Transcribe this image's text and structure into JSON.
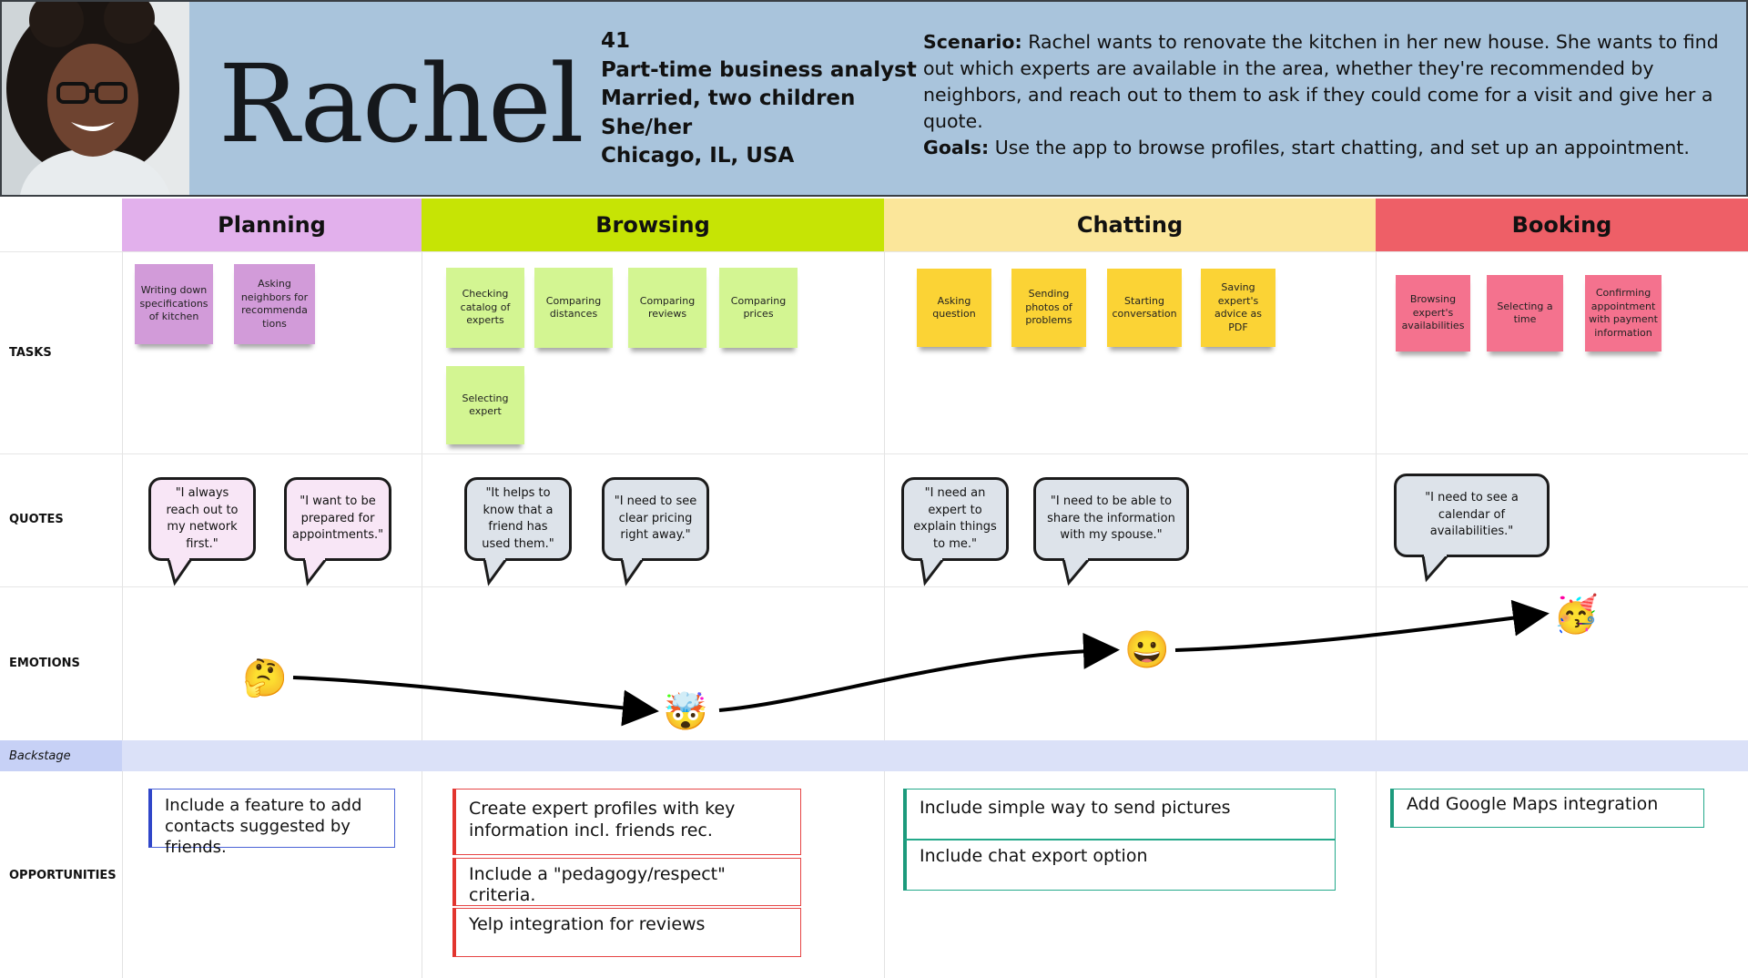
{
  "persona": {
    "name": "Rachel",
    "facts": [
      "41",
      "Part-time business analyst",
      "Married, two children",
      "She/her",
      "Chicago, IL, USA"
    ],
    "scenario_label": "Scenario:",
    "scenario_text": " Rachel wants to renovate the kitchen in her new house. She wants to find out which experts are available in the area, whether they're recommended by neighbors, and reach out to them to ask if they could come for a visit and give her a quote.",
    "goals_label": "Goals:",
    "goals_text": " Use the app to browse profiles, start chatting, and set up an appointment."
  },
  "phases": [
    {
      "label": "Planning",
      "color": "#e2b0ec"
    },
    {
      "label": "Browsing",
      "color": "#c6e405"
    },
    {
      "label": "Chatting",
      "color": "#fbe69a"
    },
    {
      "label": "Booking",
      "color": "#ee5f67"
    }
  ],
  "rows": {
    "tasks": "TASKS",
    "quotes": "QUOTES",
    "emotions": "EMOTIONS",
    "backstage": "Backstage",
    "opportunities": "OPPORTUNITIES"
  },
  "tasks": {
    "planning": [
      "Writing down specifications of kitchen",
      "Asking neighbors for recommenda tions"
    ],
    "browsing": [
      "Checking catalog of experts",
      "Comparing distances",
      "Comparing reviews",
      "Comparing prices",
      "Selecting expert"
    ],
    "chatting": [
      "Asking question",
      "Sending photos of problems",
      "Starting conversation",
      "Saving expert's advice as PDF"
    ],
    "booking": [
      "Browsing expert's availabilities",
      "Selecting a time",
      "Confirming appointment with payment information"
    ]
  },
  "quotes": [
    "\"I always reach out to my network first.\"",
    "\"I want to be prepared for appointments.\"",
    "\"It helps to know that a friend has used them.\"",
    "\"I need to see clear pricing right away.\"",
    "\"I need an expert to explain things to me.\"",
    "\"I need to be able to share the information with my spouse.\"",
    "\"I need to see a calendar of availabilities.\""
  ],
  "emotions": [
    {
      "icon": "thinking-face-icon",
      "glyph": "🤔"
    },
    {
      "icon": "exploding-head-icon",
      "glyph": "🤯"
    },
    {
      "icon": "grinning-face-icon",
      "glyph": "😀"
    },
    {
      "icon": "partying-face-icon",
      "glyph": "🥳"
    }
  ],
  "opportunities": {
    "planning": [
      "Include a feature to add contacts suggested by friends."
    ],
    "browsing": [
      "Create expert profiles with key information incl. friends rec.",
      "Include a \"pedagogy/respect\" criteria.",
      "Yelp integration for reviews"
    ],
    "chatting": [
      "Include simple way to send pictures",
      "Include chat export option"
    ],
    "booking": [
      "Add Google Maps integration"
    ]
  },
  "colors": {
    "header_bg": "#a9c4dc",
    "backstage_bg": "#dbe1f8",
    "opp_planning": "#3046c9",
    "opp_browsing": "#e2352f",
    "opp_chatting": "#1c9a7c"
  }
}
